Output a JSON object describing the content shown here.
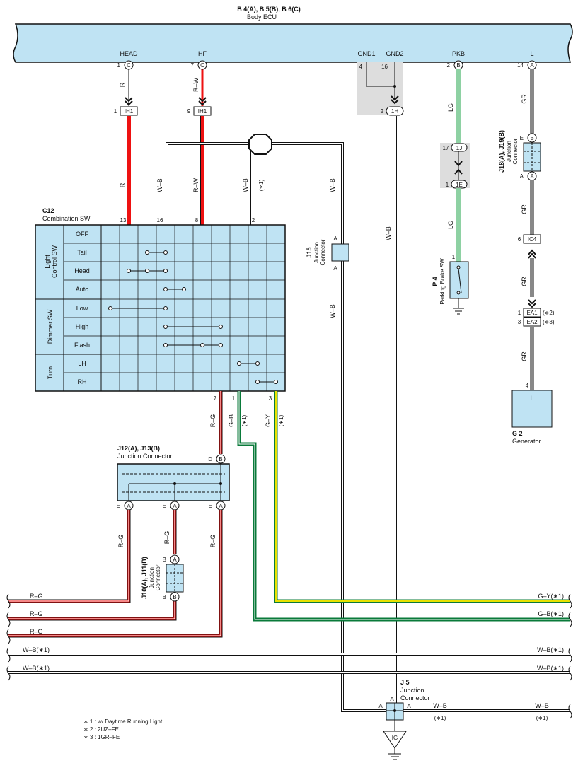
{
  "ecu": {
    "title": "B 4(A), B 5(B), B 6(C)",
    "subtitle": "Body ECU"
  },
  "ecu_pins": [
    {
      "label": "HEAD",
      "pin": "1",
      "conn": "C"
    },
    {
      "label": "HF",
      "pin": "7",
      "conn": "C"
    },
    {
      "label": "GND1",
      "pin": "4",
      "conn": ""
    },
    {
      "label": "GND2",
      "pin": "16",
      "conn": ""
    },
    {
      "label": "PKB",
      "pin": "2",
      "conn": "B"
    },
    {
      "label": "L",
      "pin": "14",
      "conn": "A"
    }
  ],
  "ih1": [
    {
      "pin": "1",
      "label": "IH1"
    },
    {
      "pin": "9",
      "label": "IH1"
    }
  ],
  "gnd_conn": {
    "pin": "2",
    "label": "1H"
  },
  "wire_colors": {
    "R": "R",
    "RW": "R–W",
    "WB": "W–B",
    "LG": "LG",
    "GR": "GR",
    "RG": "R–G",
    "GB": "G–B",
    "GY": "G–Y"
  },
  "notes_tag": {
    "n1": "(∗1)",
    "n2": "(∗2)",
    "n3": "(∗3)"
  },
  "c12": {
    "id": "C12",
    "name": "Combination SW",
    "groups": [
      "Light Control SW",
      "Dimmer SW",
      "Turn"
    ],
    "rows": [
      "OFF",
      "Tail",
      "Head",
      "Auto",
      "Low",
      "High",
      "Flash",
      "LH",
      "RH"
    ],
    "pins_top": [
      "13",
      "16",
      "8",
      "2"
    ],
    "pins_bottom": [
      "7",
      "1",
      "3"
    ]
  },
  "j15": {
    "id": "J15",
    "name": "Junction Connector",
    "pin": "A"
  },
  "pkb_conns": [
    {
      "pin": "17",
      "label": "1J"
    },
    {
      "pin": "1",
      "label": "1E"
    }
  ],
  "p4": {
    "id": "P 4",
    "name": "Parking Brake SW",
    "pin": "1"
  },
  "j18": {
    "id": "J18(A), J19(B)",
    "name": "Junction Connector",
    "top": "E",
    "top_conn": "B",
    "bot": "A",
    "bot_conn": "A"
  },
  "ic4": {
    "pin": "6",
    "label": "IC4"
  },
  "ea": [
    {
      "pin": "1",
      "label": "EA1",
      "note": "(∗2)"
    },
    {
      "pin": "3",
      "label": "EA2",
      "note": "(∗3)"
    }
  ],
  "g2": {
    "id": "G 2",
    "name": "Generator",
    "pin": "4",
    "term": "L"
  },
  "j12": {
    "id": "J12(A), J13(B)",
    "name": "Junction Connector",
    "pinD": "D",
    "connB": "B",
    "pinE": "E",
    "connA": "A"
  },
  "j10": {
    "id": "J10(A), J11(B)",
    "name": "Junction Connector",
    "pinB": "B",
    "connA": "A",
    "connB": "B"
  },
  "bus": {
    "rg1": "R–G",
    "rg2": "R–G",
    "rg3": "R–G",
    "wb1": "W–B(∗1)",
    "wb2": "W–B(∗1)",
    "gy": "G–Y(∗1)",
    "gb": "G–B(∗1)",
    "wb1r": "W–B(∗1)",
    "wb2r": "W–B(∗1)"
  },
  "j5": {
    "id": "J 5",
    "name": "Junction Connector",
    "pin": "A",
    "wire": "W–B",
    "note": "(∗1)",
    "ground": "IG"
  },
  "footnotes": [
    "∗ 1 : w/ Daytime Running Light",
    "∗ 2 : 2UZ–FE",
    "∗ 3 : 1GR–FE"
  ]
}
